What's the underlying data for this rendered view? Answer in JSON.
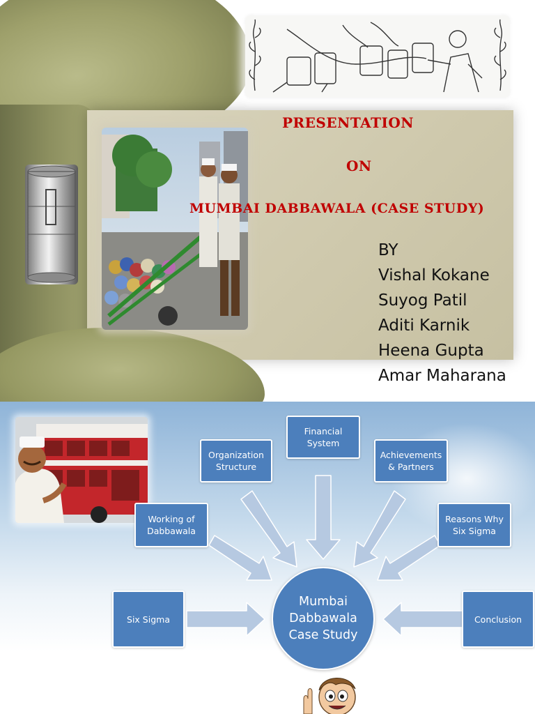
{
  "slide1": {
    "title_line1": "PRESENTATION",
    "title_line2": "ON",
    "title_line3": "MUMBAI DABBAWALA (CASE STUDY)",
    "by_label": "BY",
    "authors": [
      "Vishal Kokane",
      "Suyog Patil",
      "Aditi Karnik",
      "Heena Gupta",
      "Amar Maharana"
    ],
    "title_color": "#c00000"
  },
  "slide2": {
    "center": "Mumbai\nDabbawala\nCase Study",
    "nodes": {
      "six_sigma": "Six Sigma",
      "working": "Working of\nDabbawala",
      "organization": "Organization\nStructure",
      "financial": "Financial\nSystem",
      "achievements": "Achievements\n& Partners",
      "reasons": "Reasons Why\nSix Sigma",
      "conclusion": "Conclusion"
    },
    "node_color": "#4c7fbc",
    "arrow_color": "#b6c9e1"
  }
}
